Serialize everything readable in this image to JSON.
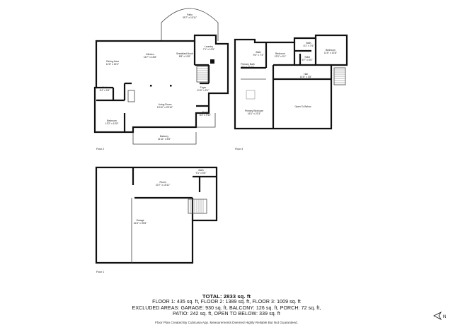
{
  "floors": {
    "floor1": {
      "label": "Floor 1",
      "rooms": [
        {
          "name": "Room",
          "dims": "20'7\" x 15'11\""
        },
        {
          "name": "Bath",
          "dims": "9'1\" x 5'6\""
        },
        {
          "name": "Garage",
          "dims": "44'3\" x 39'8\""
        }
      ]
    },
    "floor2": {
      "label": "Floor 2",
      "rooms": [
        {
          "name": "Patio",
          "dims": "39'7\" x 10'11\""
        },
        {
          "name": "Dining Area",
          "dims": "11'8\" x 15'4\""
        },
        {
          "name": "Kitchen",
          "dims": "16'7\" x 18'8\""
        },
        {
          "name": "Breakfast Nook",
          "dims": "8'8\" x 11'8\""
        },
        {
          "name": "Laundry",
          "dims": "7'1\" x 10'9\""
        },
        {
          "name": "Bath",
          "dims": "5'4\" x 9'4\""
        },
        {
          "name": "Living Room",
          "dims": "19'10\" x 25'10\""
        },
        {
          "name": "Foyer",
          "dims": "6'10\" x 5'1\""
        },
        {
          "name": "Bedroom",
          "dims": "13'2\" x 13'8\""
        },
        {
          "name": "Porch",
          "dims": "6'4\" x 9'11\""
        },
        {
          "name": "Balcony",
          "dims": "21'11\" x 5'8\""
        }
      ]
    },
    "floor3": {
      "label": "Floor 3",
      "rooms": [
        {
          "name": "Bath",
          "dims": "9'4\" x 7'4\""
        },
        {
          "name": "Bath",
          "dims": "6'1\" x 7'6\""
        },
        {
          "name": "Bedroom",
          "dims": "12'0\" x 9'1\""
        },
        {
          "name": "Bedroom",
          "dims": "11'6\" x 13'8\""
        },
        {
          "name": "Primary Bath",
          "dims": "9'2\" x 11'11\""
        },
        {
          "name": "Hall",
          "dims": "14'6\" x 3'8\""
        },
        {
          "name": "Toilet",
          "dims": "5'7\" x 6'6\""
        },
        {
          "name": "Primary Bedroom",
          "dims": "16'1\" x 23'3\""
        },
        {
          "name": "Open To Below",
          "dims": ""
        }
      ]
    }
  },
  "summary": {
    "total": "TOTAL: 2833 sq. ft",
    "floors_line": "FLOOR 1: 435 sq. ft, FLOOR 2: 1389 sq. ft, FLOOR 3: 1009 sq. ft",
    "excluded_line": "EXCLUDED AREAS: GARAGE: 930 sq. ft, BALCONY: 126 sq. ft, PORCH: 72 sq. ft,",
    "patio_line": "PATIO: 242 sq. ft, OPEN TO BELOW: 339 sq. ft"
  },
  "footer": "Floor Plan Created By Cubicasa App. Measurements Deemed Highly Reliable But Not Guaranteed.",
  "compass": {
    "label": "N"
  }
}
